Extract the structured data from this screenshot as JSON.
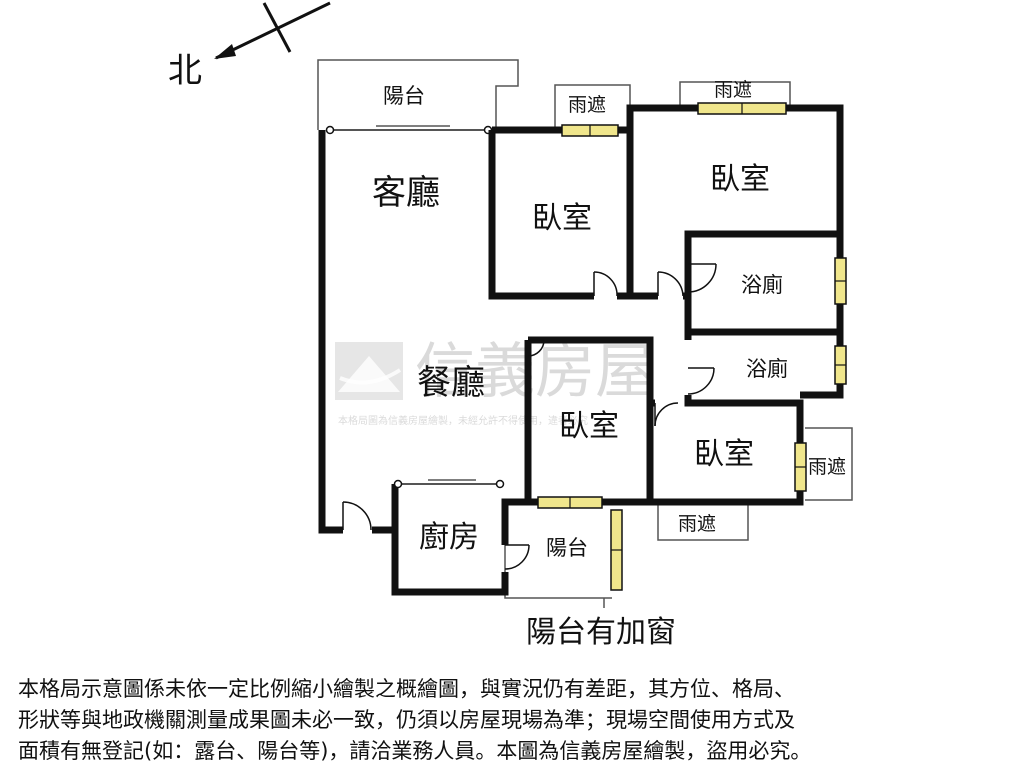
{
  "compass": {
    "label": "北"
  },
  "rooms": {
    "balcony_top": "陽台",
    "awning_1": "雨遮",
    "awning_2": "雨遮",
    "awning_3": "雨遮",
    "awning_4": "雨遮",
    "living": "客廳",
    "dining": "餐廳",
    "bedroom_1": "臥室",
    "bedroom_2": "臥室",
    "bedroom_3": "臥室",
    "bedroom_4": "臥室",
    "bath_1": "浴廁",
    "bath_2": "浴廁",
    "kitchen": "廚房",
    "balcony_small": "陽台"
  },
  "balcony_note": "陽台有加窗",
  "watermark": {
    "brand": "信義房屋",
    "small": "本格局圖為信義房屋繪製，未經允許不得使用，違者必究"
  },
  "disclaimer": "本格局示意圖係未依一定比例縮小繪製之概繪圖，與實況仍有差距，其方位、格局、\n形狀等與地政機關測量成果圖未必一致，仍須以房屋現場為準；現場空間使用方式及\n面積有無登記(如：露台、陽台等)，請洽業務人員。本圖為信義房屋繪製，盜用必究。"
}
